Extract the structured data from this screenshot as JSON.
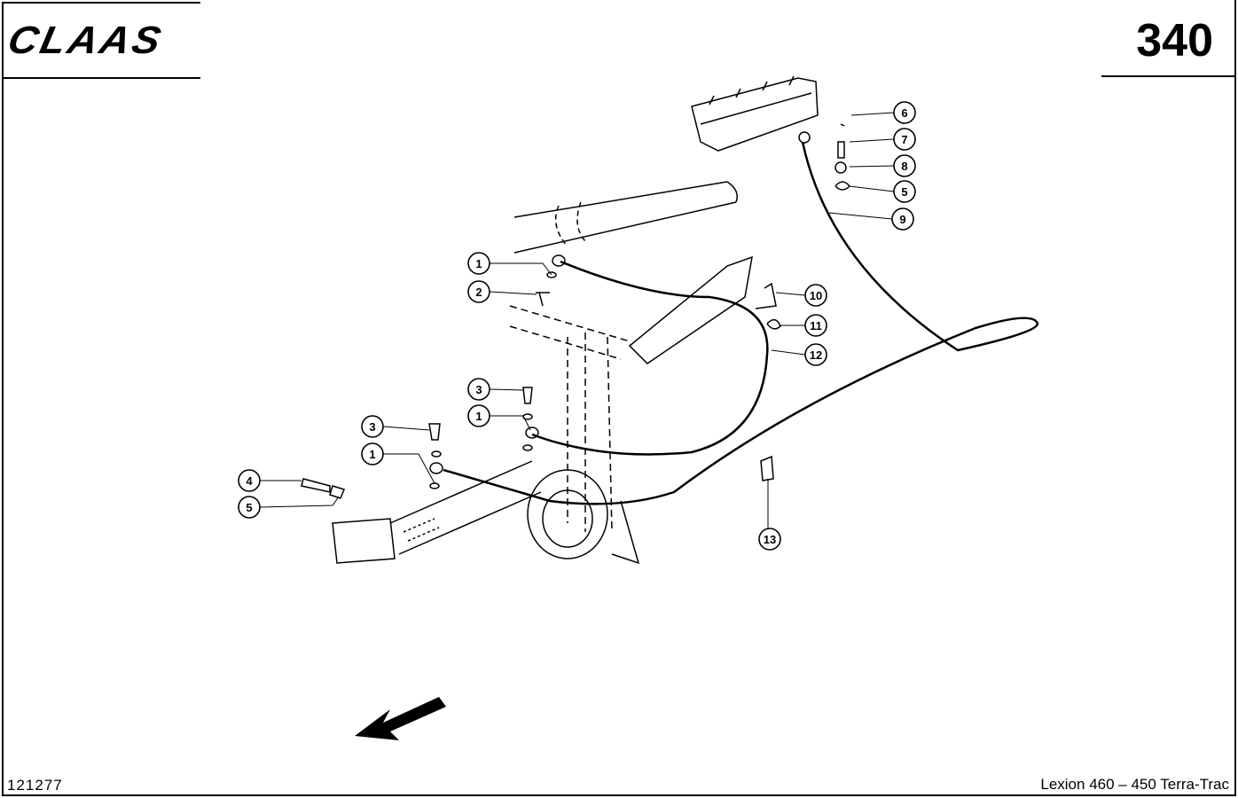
{
  "header": {
    "logo": "CLAAS",
    "page_number": "340"
  },
  "footer": {
    "drawing_number": "121277",
    "model": "Lexion 460 – 450 Terra-Trac"
  },
  "callouts": [
    "6",
    "7",
    "8",
    "5",
    "9",
    "10",
    "11",
    "12",
    "1",
    "2",
    "3",
    "1",
    "3",
    "1",
    "4",
    "5",
    "13"
  ]
}
